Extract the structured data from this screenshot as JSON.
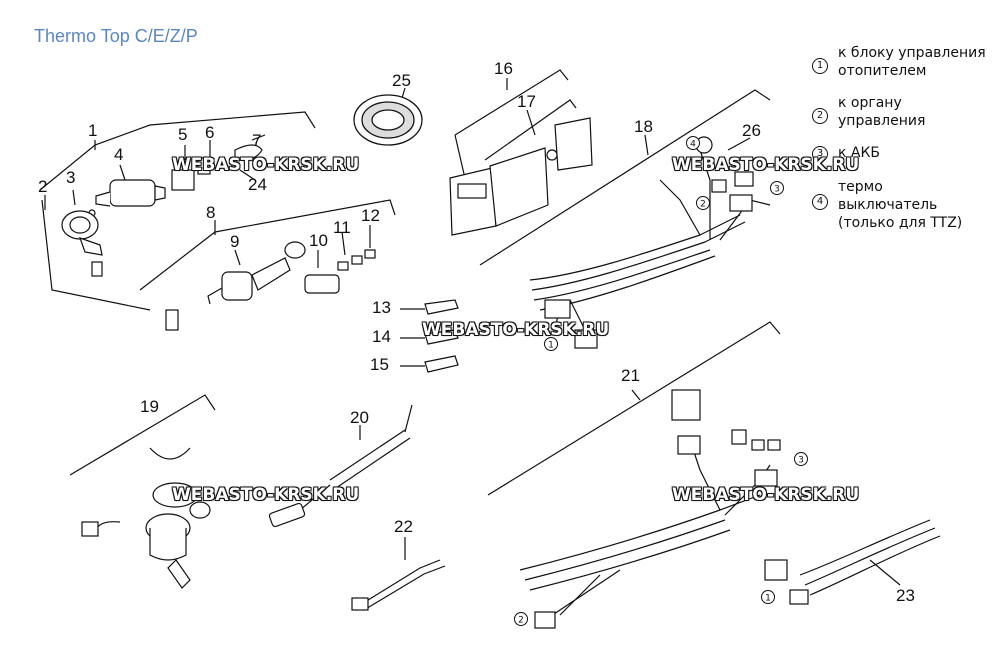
{
  "title": "Thermo Top C/E/Z/P",
  "watermark": "WEBASTO-KRSK.RU",
  "legend": [
    {
      "mark": "1",
      "text": "к блоку управления отопителем"
    },
    {
      "mark": "2",
      "text": "к органу управления"
    },
    {
      "mark": "3",
      "text": "к АКБ"
    },
    {
      "mark": "4",
      "text": "термо выключатель (только для TTZ)"
    }
  ],
  "part_numbers": [
    "1",
    "2",
    "3",
    "4",
    "5",
    "6",
    "7",
    "8",
    "9",
    "10",
    "11",
    "12",
    "13",
    "14",
    "15",
    "16",
    "17",
    "18",
    "19",
    "20",
    "21",
    "22",
    "23",
    "24",
    "25",
    "26"
  ],
  "circle_marks": [
    "1",
    "2",
    "3",
    "4"
  ]
}
